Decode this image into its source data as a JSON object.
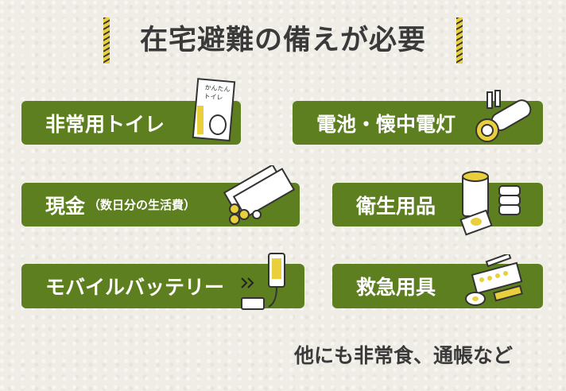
{
  "title": "在宅避難の備えが必要",
  "items": [
    {
      "label": "非常用トイレ",
      "icon": "portable-toilet-icon",
      "icon_text": "かんたんトイレ"
    },
    {
      "label": "電池・懐中電灯",
      "icon": "flashlight-icon"
    },
    {
      "label": "現金",
      "sub": "（数日分の生活費）",
      "icon": "cash-icon"
    },
    {
      "label": "衛生用品",
      "icon": "hygiene-products-icon"
    },
    {
      "label": "モバイルバッテリー",
      "icon": "mobile-battery-icon"
    },
    {
      "label": "救急用具",
      "icon": "first-aid-icon"
    }
  ],
  "footer": "他にも非常食、通帳など",
  "colors": {
    "card": "#5e7f1f",
    "accent": "#e9cf3b",
    "text": "#3a3a3a"
  }
}
